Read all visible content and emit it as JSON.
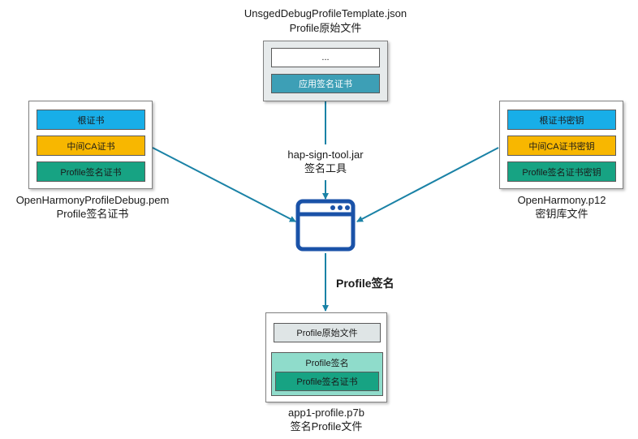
{
  "top": {
    "file_name": "UnsgedDebugProfileTemplate.json",
    "file_desc": "Profile原始文件",
    "cell_ellipsis": "...",
    "cell_cert": "应用签名证书"
  },
  "left": {
    "cells": [
      "根证书",
      "中间CA证书",
      "Profile签名证书"
    ],
    "file_name": "OpenHarmonyProfileDebug.pem",
    "file_desc": "Profile签名证书"
  },
  "right": {
    "cells": [
      "根证书密钥",
      "中间CA证书密钥",
      "Profile签名证书密钥"
    ],
    "file_name": "OpenHarmony.p12",
    "file_desc": "密钥库文件"
  },
  "tool": {
    "name": "hap-sign-tool.jar",
    "desc": "签名工具"
  },
  "action": "Profile签名",
  "bottom": {
    "cell_original": "Profile原始文件",
    "cell_sign_group": "Profile签名",
    "cell_sign_cert": "Profile签名证书",
    "file_name": "app1-profile.p7b",
    "file_desc": "签名Profile文件"
  },
  "colors": {
    "arrow": "#1a82a6",
    "tool_icon": "#1a52a8",
    "root_cert": "#18aee8",
    "intermediate_cert": "#f8b700",
    "profile_cert": "#17a383"
  }
}
